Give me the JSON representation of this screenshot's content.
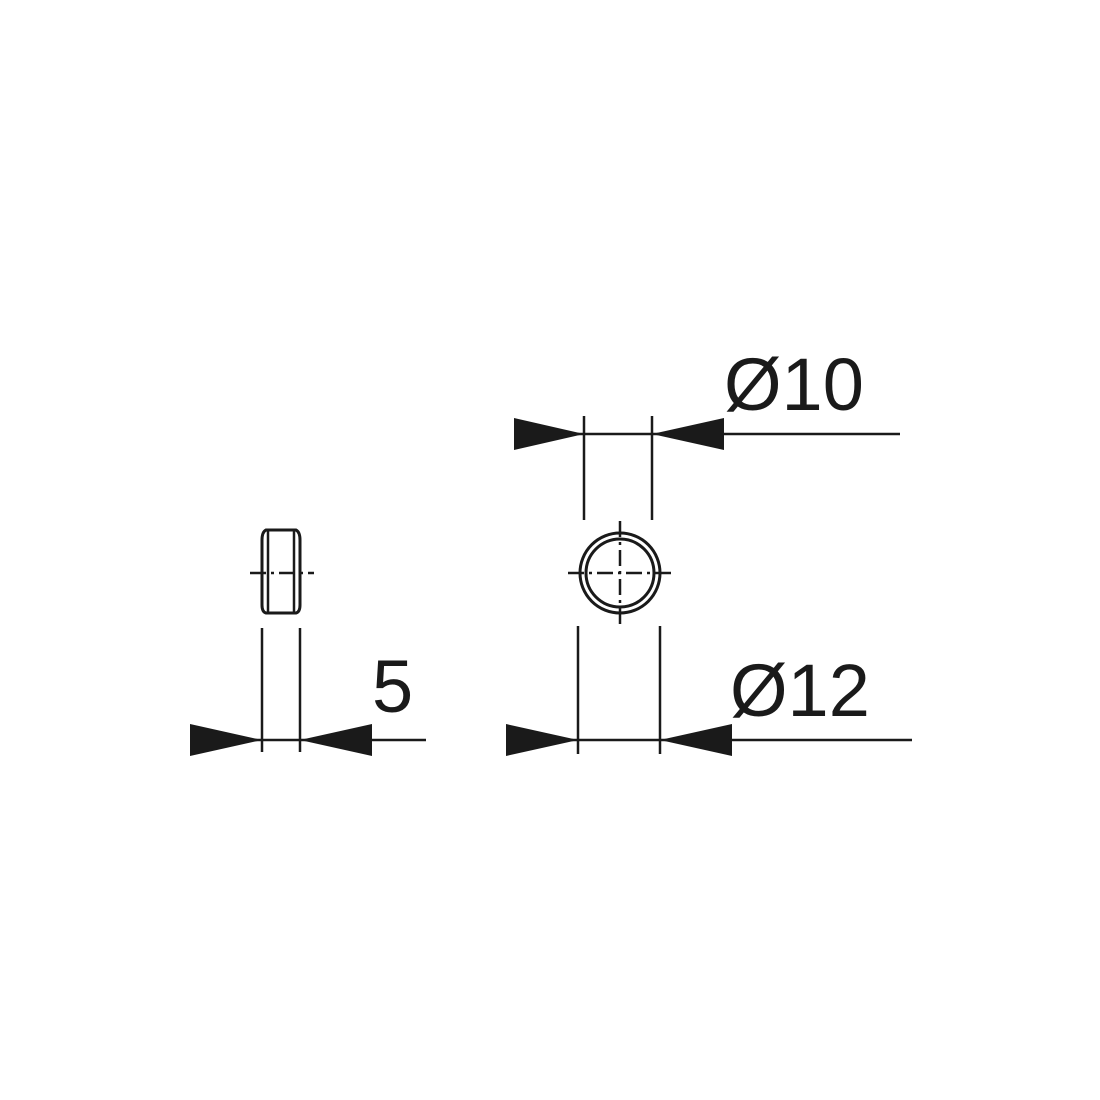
{
  "dimensions": {
    "width_label": "5",
    "inner_diameter_label": "Ø10",
    "outer_diameter_label": "Ø12"
  },
  "colors": {
    "ink": "#1a1a1a",
    "background": "#ffffff"
  }
}
